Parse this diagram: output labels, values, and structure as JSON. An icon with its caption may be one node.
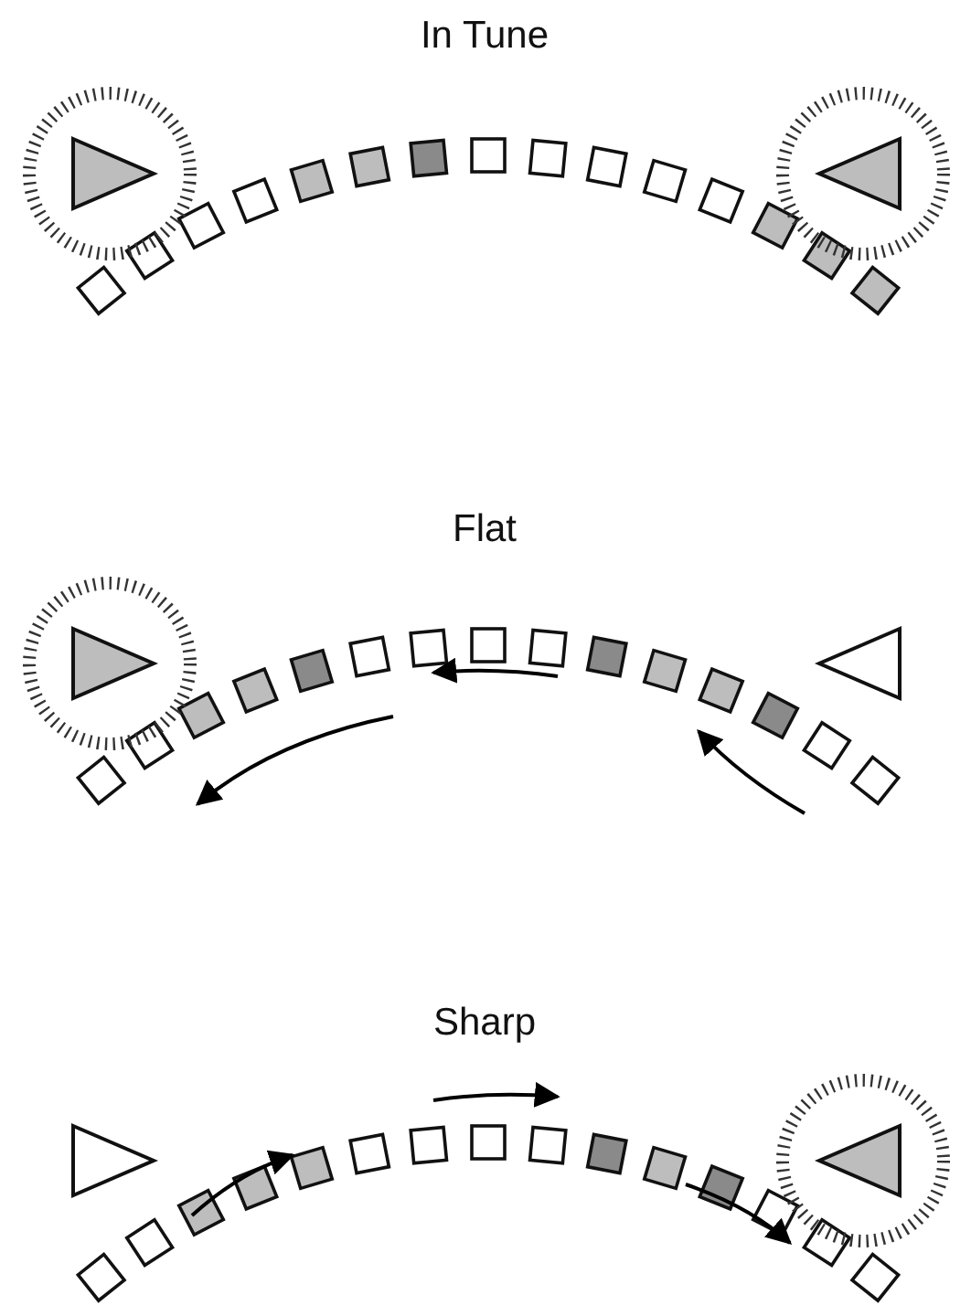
{
  "diagram": {
    "labels": [
      "In Tune",
      "Flat",
      "Sharp"
    ]
  }
}
